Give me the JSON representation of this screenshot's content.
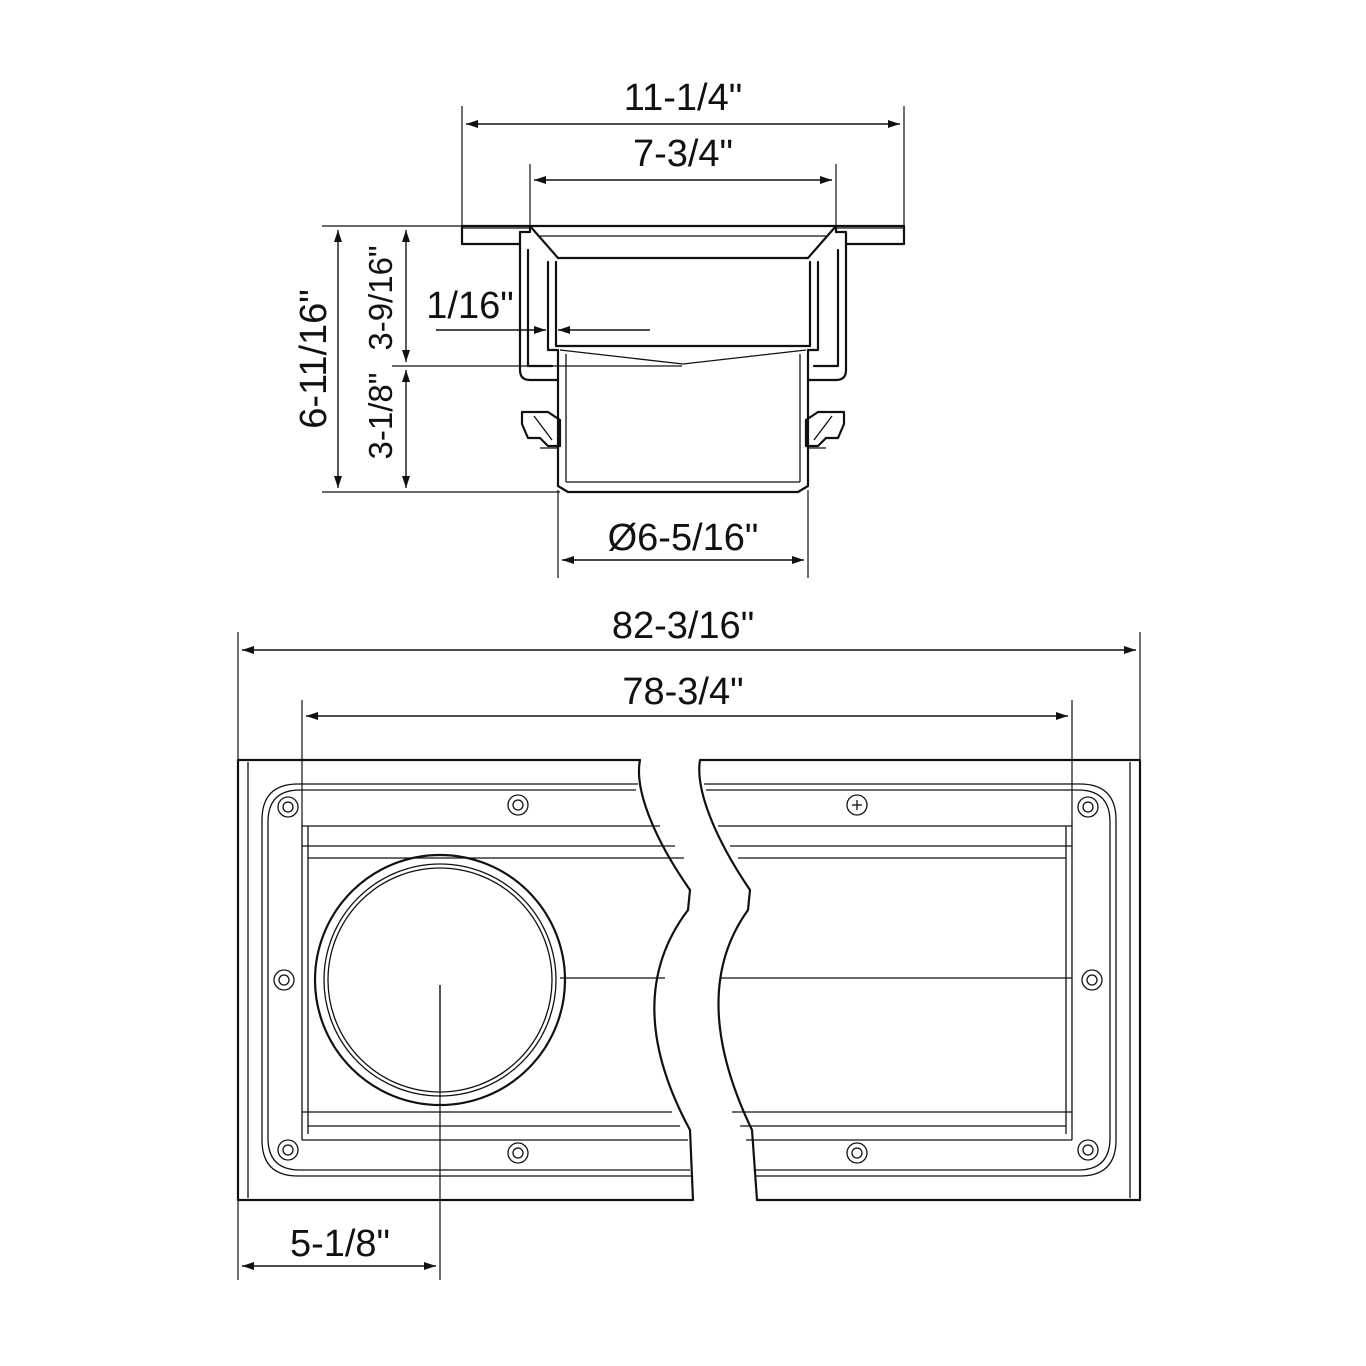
{
  "colors": {
    "ink": "#111111",
    "paper": "#ffffff"
  },
  "section_view": {
    "flange_width": "11-1/4\"",
    "body_width": "7-3/4\"",
    "total_height": "6-11/16\"",
    "upper_height": "3-9/16\"",
    "lower_height": "3-1/8\"",
    "wall_thickness": "1/16\"",
    "outlet_diameter": "Ø6-5/16\""
  },
  "plan_view": {
    "overall_length": "82-3/16\"",
    "inner_length": "78-3/4\"",
    "outlet_offset": "5-1/8\""
  }
}
